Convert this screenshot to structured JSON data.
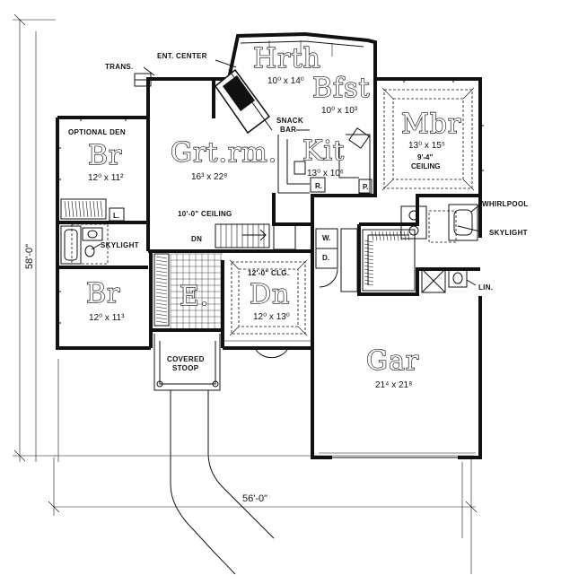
{
  "rooms": {
    "hrth": {
      "name": "Hrth",
      "size": "10⁰ x 14⁰"
    },
    "bfst": {
      "name": "Bfst",
      "size": "10⁰ x 10³"
    },
    "mbr": {
      "name": "Mbr",
      "size": "13⁰ x 15⁵",
      "ceiling": "9'-4\"",
      "ceiling_word": "CEILING"
    },
    "optional_den_label": "OPTIONAL DEN",
    "br1": {
      "name": "Br",
      "size": "12⁰ x 11²"
    },
    "grtrm": {
      "name": "Grt.rm.",
      "size": "16³ x 22⁸",
      "ceiling": "10'-0\" CEILING"
    },
    "kit": {
      "name": "Kit",
      "size": "13⁰ x 10⁶"
    },
    "br2": {
      "name": "Br",
      "size": "12⁰ x 11³"
    },
    "entry": {
      "name": "E."
    },
    "dn": {
      "name": "Dn",
      "size": "12⁰ x 13⁰",
      "ceiling": "12'-0\" CLG."
    },
    "gar": {
      "name": "Gar",
      "size": "21⁴ x 21⁸"
    }
  },
  "labels": {
    "ent_center": "ENT. CENTER",
    "trans": "TRANS.",
    "snack": "SNACK",
    "bar": "BAR",
    "whirlpool": "WHIRLPOOL",
    "skylight_right": "SKYLIGHT",
    "skylight_left": "SKYLIGHT",
    "lin": "LIN.",
    "covered": "COVERED",
    "stoop": "STOOP",
    "stair_dn": "DN",
    "w": "W.",
    "d": "D.",
    "r": "R.",
    "p": "P.",
    "l": "L."
  },
  "dimensions": {
    "overall_width": "56'-0\"",
    "overall_depth": "58'-0\""
  }
}
